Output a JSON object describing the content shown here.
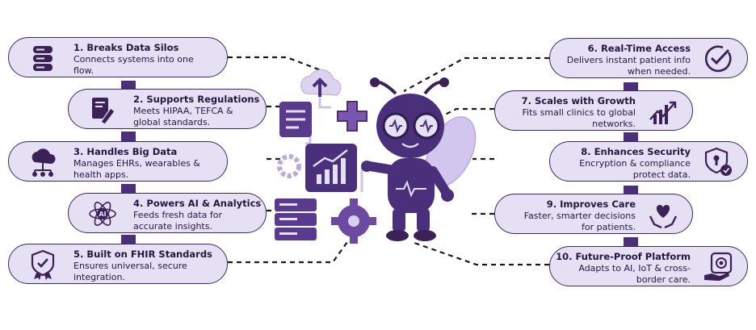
{
  "left_items": [
    {
      "number": "1.",
      "title": "Breaks Data Silos",
      "desc": [
        "Connects systems into one",
        "flow."
      ],
      "icon": "database-icon"
    },
    {
      "number": "2.",
      "title": "Supports Regulations",
      "desc": [
        "Meets HIPAA, TEFCA &",
        "global standards."
      ],
      "icon": "document-pen-icon"
    },
    {
      "number": "3.",
      "title": "Handles Big Data",
      "desc": [
        "Manages EHRs, wearables &",
        "health apps."
      ],
      "icon": "cloud-network-icon"
    },
    {
      "number": "4.",
      "title": "Powers AI & Analytics",
      "desc": [
        "Feeds fresh data for",
        "accurate insights."
      ],
      "icon": "ai-atom-icon"
    },
    {
      "number": "5.",
      "title": "Built on FHIR Standards",
      "desc": [
        "Ensures universal, secure",
        "integration."
      ],
      "icon": "shield-badge-icon"
    }
  ],
  "right_items": [
    {
      "number": "6.",
      "title": "Real-Time Access",
      "desc": [
        "Delivers instant patient info",
        "when needed."
      ],
      "icon": "check-circle-icon"
    },
    {
      "number": "7.",
      "title": "Scales with Growth",
      "desc": [
        "Fits small clinics to global",
        "networks."
      ],
      "icon": "growth-chart-icon"
    },
    {
      "number": "8.",
      "title": "Enhances Security",
      "desc": [
        "Encryption & compliance",
        "protect data."
      ],
      "icon": "security-shield-icon"
    },
    {
      "number": "9.",
      "title": "Improves Care",
      "desc": [
        "Faster, smarter decisions",
        "for patients."
      ],
      "icon": "heart-hands-icon"
    },
    {
      "number": "10.",
      "title": "Future-Proof Platform",
      "desc": [
        "Adapts to AI, IoT & cross-",
        "border care."
      ],
      "icon": "hand-device-icon"
    }
  ],
  "colors": {
    "card_fill": "#e6e0f5",
    "card_border": "#3a2a5e",
    "accent": "#4a2f7a",
    "text": "#22183f"
  }
}
